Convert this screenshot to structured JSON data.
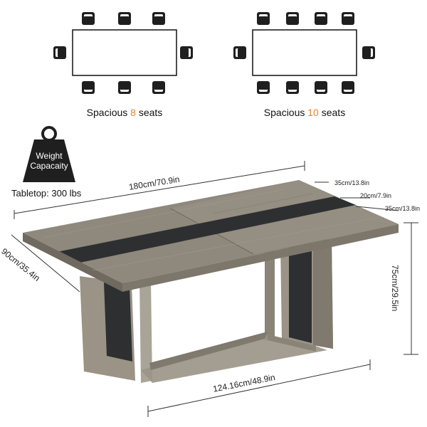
{
  "layouts": [
    {
      "caption_prefix": "Spacious ",
      "seat_count": "8",
      "caption_suffix": " seats"
    },
    {
      "caption_prefix": "Spacious ",
      "seat_count": "10",
      "caption_suffix": " seats"
    }
  ],
  "weight": {
    "badge_line1": "Weight",
    "badge_line2": "Capacaity",
    "tabletop_label": "Tabletop: 300 lbs"
  },
  "dimensions": {
    "length": "180cm/70.9in",
    "width": "90cm/35.4in",
    "height": "75cm/29.5in",
    "base_length": "124.16cm/48.9in",
    "segment_1": "35cm/13.8in",
    "segment_2": "20cm/7.9in",
    "segment_3": "35cm/13.8in"
  },
  "colors": {
    "accent": "#e8852b",
    "wood": "#8a8377",
    "stripe": "#2e2f31",
    "chair": "#1f1f1f"
  }
}
